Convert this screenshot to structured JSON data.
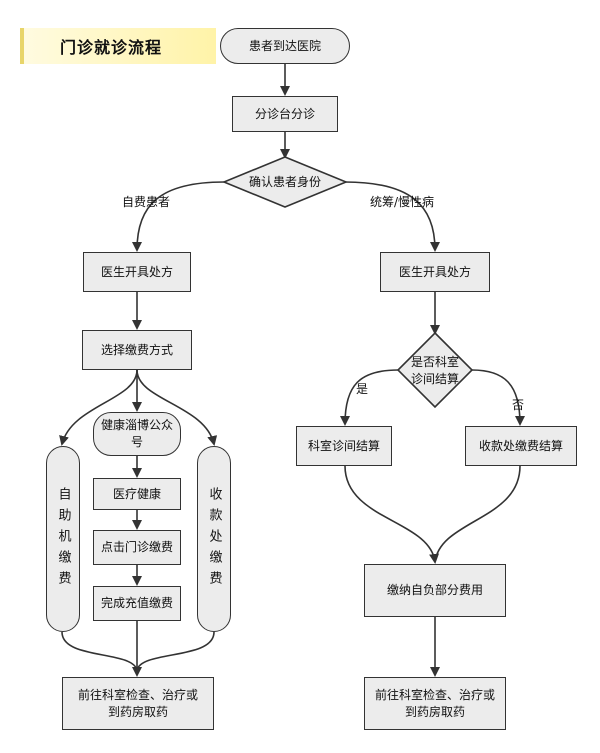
{
  "title": "门诊就诊流程",
  "nodes": {
    "arrive": "患者到达医院",
    "triage": "分诊台分诊",
    "confirm_identity": "确认患者身份",
    "prescription_left": "医生开具处方",
    "prescription_right": "医生开具处方",
    "choose_payment": "选择缴费方式",
    "wechat_line1": "健康淄博公众",
    "wechat_line2": "号",
    "medical_health": "医疗健康",
    "click_clinic_pay": "点击门诊缴费",
    "complete_recharge": "完成充值缴费",
    "self_service": "自助机缴费",
    "cashier": "收款处缴费",
    "dept_settle_q_line1": "是否科室",
    "dept_settle_q_line2": "诊间结算",
    "dept_settle": "科室诊间结算",
    "cashier_settle": "收款处缴费结算",
    "pay_self": "缴纳自负部分费用",
    "goto_left_line1": "前往科室检查、治疗或",
    "goto_left_line2": "到药房取药",
    "goto_right_line1": "前往科室检查、治疗或",
    "goto_right_line2": "到药房取药"
  },
  "labels": {
    "self_pay": "自费患者",
    "pooled_chronic": "统筹/慢性病",
    "yes": "是",
    "no": "否"
  }
}
